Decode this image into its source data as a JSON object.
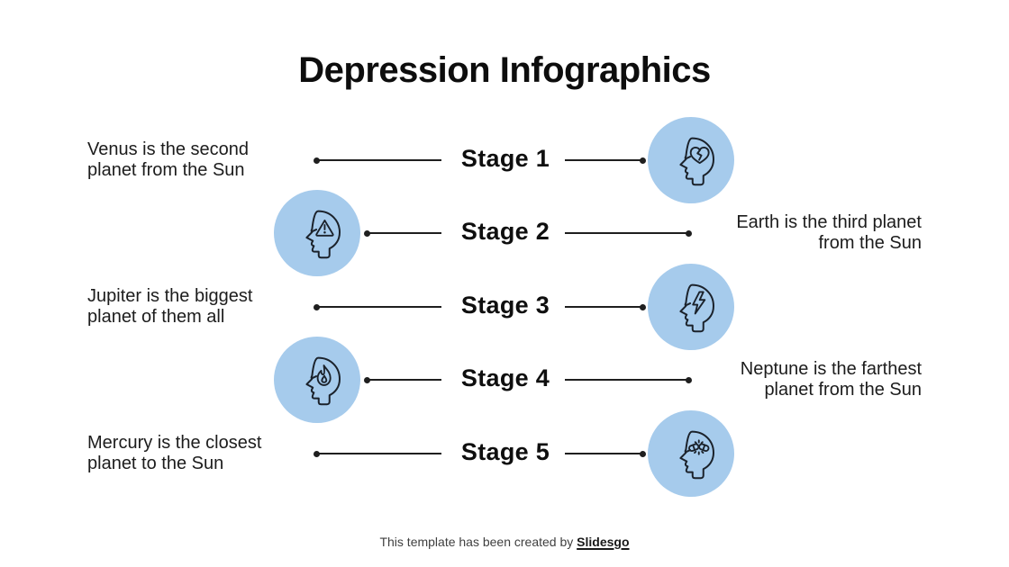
{
  "title": "Depression Infographics",
  "stages": [
    {
      "label": "Stage 1",
      "text": "Venus is the second\nplanet from the Sun",
      "icon": "broken-heart-in-head",
      "text_side": "left",
      "icon_side": "right"
    },
    {
      "label": "Stage 2",
      "text": "Earth is the third planet\nfrom the Sun",
      "icon": "warning-in-head",
      "text_side": "right",
      "icon_side": "left"
    },
    {
      "label": "Stage 3",
      "text": "Jupiter is the biggest\nplanet of them all",
      "icon": "lightning-in-head",
      "text_side": "left",
      "icon_side": "right"
    },
    {
      "label": "Stage 4",
      "text": "Neptune is the farthest\nplanet from the Sun",
      "icon": "flame-in-head",
      "text_side": "right",
      "icon_side": "left"
    },
    {
      "label": "Stage 5",
      "text": "Mercury is the closest\nplanet to the Sun",
      "icon": "medication-in-head",
      "text_side": "left",
      "icon_side": "right"
    }
  ],
  "footer": {
    "text": "This template has been created by ",
    "brand": "Slidesgo"
  },
  "colors": {
    "accent_circle": "#A6CBEC",
    "ink": "#1F1F1F",
    "footer_text": "#3F3F3F"
  }
}
